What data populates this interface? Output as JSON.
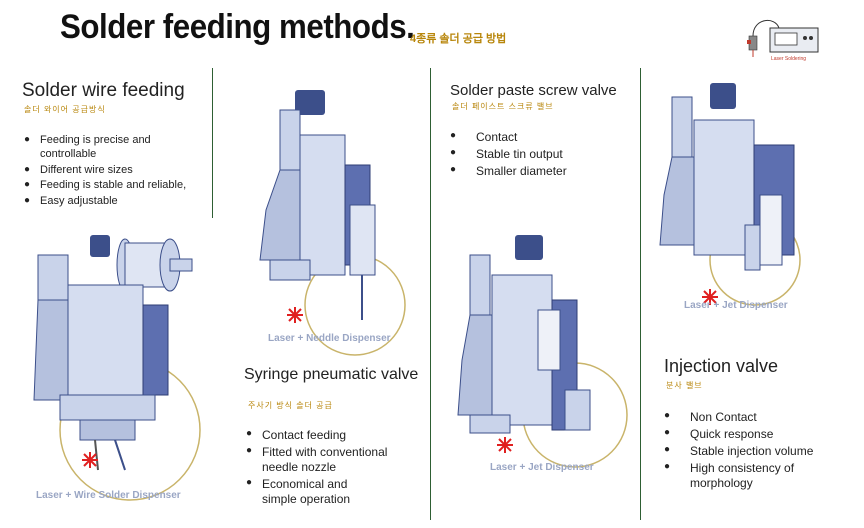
{
  "header": {
    "title": "Solder feeding methods.",
    "subtitle_kr": "4종류 솔더 공급 방법",
    "logo_label": "Laser Soldering"
  },
  "sections": {
    "wire": {
      "title": "Solder wire feeding",
      "subtitle_kr": "솔더 와이어 공급방식",
      "bullets": [
        "Feeding is precise  and controllable",
        "Different wire sizes",
        "Feeding is stable  and reliable,",
        "Easy adjustable"
      ],
      "caption": "Laser + Wire Solder Dispenser"
    },
    "syringe": {
      "title": "Syringe pneumatic valve",
      "subtitle_kr": "주사기 방식 솔더 공급",
      "bullets": [
        "Contact feeding",
        "Fitted with conventional needle nozzle",
        "Economical and simple operation"
      ],
      "caption": "Laser + Neddle Dispenser"
    },
    "screw": {
      "title": "Solder paste screw valve",
      "subtitle_kr": "솔더 페이스트 스크류 밸브",
      "bullets": [
        "Contact",
        "Stable tin output",
        "Smaller diameter"
      ],
      "caption": "Laser + Jet Dispenser"
    },
    "injection": {
      "title": "Injection valve",
      "subtitle_kr": "분사 밸브",
      "bullets": [
        "Non Contact",
        "Quick response",
        "Stable injection volume",
        "High consistency of morphology"
      ],
      "caption": "Laser + Jet Dispenser"
    }
  },
  "colors": {
    "device_body": "#c9d3ea",
    "device_dark": "#3c4f8a",
    "accent_gold": "#b8860b",
    "laser_red": "#e02020",
    "divider": "#2e5f33"
  }
}
